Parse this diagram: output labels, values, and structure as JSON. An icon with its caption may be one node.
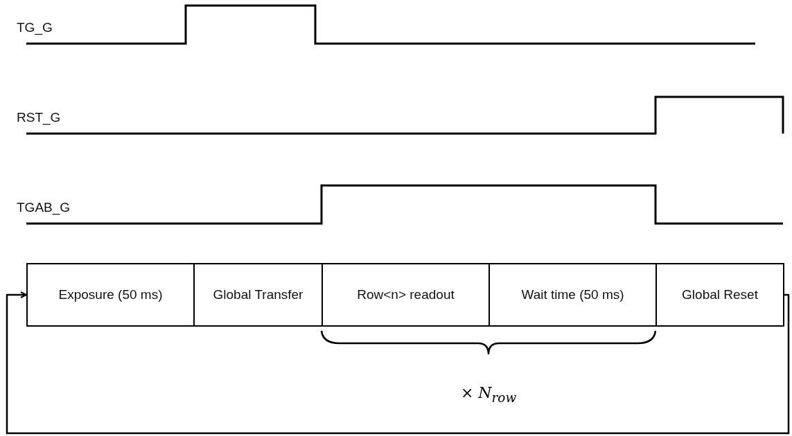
{
  "diagram": {
    "nodes": [
      {
        "text": [
          "Exposure (50 ms)"
        ]
      },
      {
        "text": [
          "Global Transfer"
        ]
      },
      {
        "text": [
          "Row<n> readout"
        ]
      },
      {
        "text": [
          "Wait time (50 ms)"
        ]
      },
      {
        "text": [
          "Global Reset"
        ]
      }
    ],
    "edges": [
      {
        "from": 4,
        "to": 0,
        "arrow": "to"
      }
    ],
    "labels": [
      "TG_G",
      "RST_G",
      "TGAB_G",
      "× *N*$_{row}$"
    ]
  }
}
